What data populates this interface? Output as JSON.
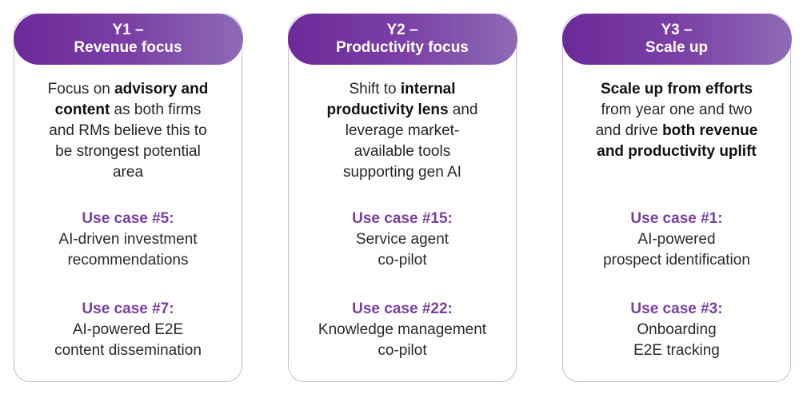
{
  "colors": {
    "header_start": "#6b2a98",
    "header_end": "#8e6bb5",
    "accent_purple": "#7a3fa0",
    "border": "#cdb6dc"
  },
  "cards": [
    {
      "year": "Y1 –",
      "title": "Revenue focus",
      "description": [
        {
          "text": "Focus on ",
          "bold": false
        },
        {
          "text": "advisory and content",
          "bold": true
        },
        {
          "text": " as both firms and RMs believe this to be strongest potential area",
          "bold": false
        }
      ],
      "use_cases": [
        {
          "label": "Use case #5:",
          "lines": [
            "AI-driven investment",
            "recommendations"
          ]
        },
        {
          "label": "Use case #7:",
          "lines": [
            "AI-powered E2E",
            "content dissemination"
          ]
        }
      ]
    },
    {
      "year": "Y2 –",
      "title": "Productivity focus",
      "description": [
        {
          "text": "Shift to ",
          "bold": false
        },
        {
          "text": "internal productivity lens",
          "bold": true
        },
        {
          "text": " and leverage market-available tools supporting gen AI",
          "bold": false
        }
      ],
      "use_cases": [
        {
          "label": "Use case #15:",
          "lines": [
            "Service agent",
            "co-pilot"
          ]
        },
        {
          "label": "Use case #22:",
          "lines": [
            "Knowledge management",
            "co-pilot"
          ]
        }
      ]
    },
    {
      "year": "Y3 –",
      "title": "Scale up",
      "description": [
        {
          "text": "Scale up from efforts",
          "bold": true
        },
        {
          "text": " from year one and two and drive ",
          "bold": false
        },
        {
          "text": "both revenue and productivity uplift",
          "bold": true
        }
      ],
      "use_cases": [
        {
          "label": "Use case #1:",
          "lines": [
            "AI-powered",
            "prospect identification"
          ]
        },
        {
          "label": "Use case #3:",
          "lines": [
            "Onboarding",
            "E2E tracking"
          ]
        }
      ]
    }
  ]
}
